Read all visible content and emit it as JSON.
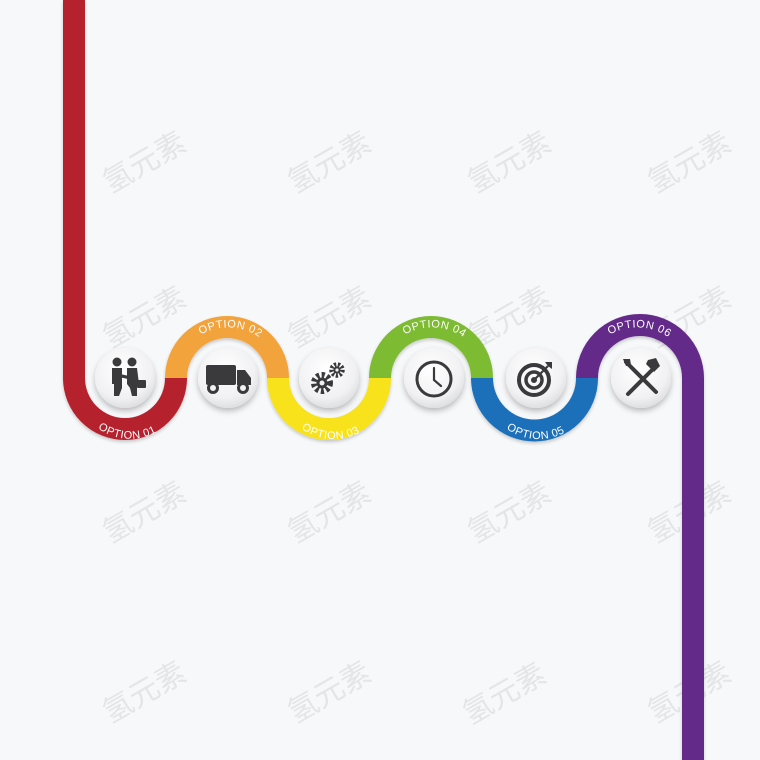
{
  "options": [
    {
      "label": "OPTION 01",
      "color": "#b5232e",
      "icon": "handshake-icon"
    },
    {
      "label": "OPTION 02",
      "color": "#f2a33a",
      "icon": "delivery-truck-icon"
    },
    {
      "label": "OPTION 03",
      "color": "#f7e21e",
      "icon": "gears-icon"
    },
    {
      "label": "OPTION 04",
      "color": "#7dbb32",
      "icon": "clock-icon"
    },
    {
      "label": "OPTION 05",
      "color": "#1c6fb9",
      "icon": "target-icon"
    },
    {
      "label": "OPTION 06",
      "color": "#642a8a",
      "icon": "tools-icon"
    }
  ],
  "watermark": {
    "text": "氢元素"
  }
}
